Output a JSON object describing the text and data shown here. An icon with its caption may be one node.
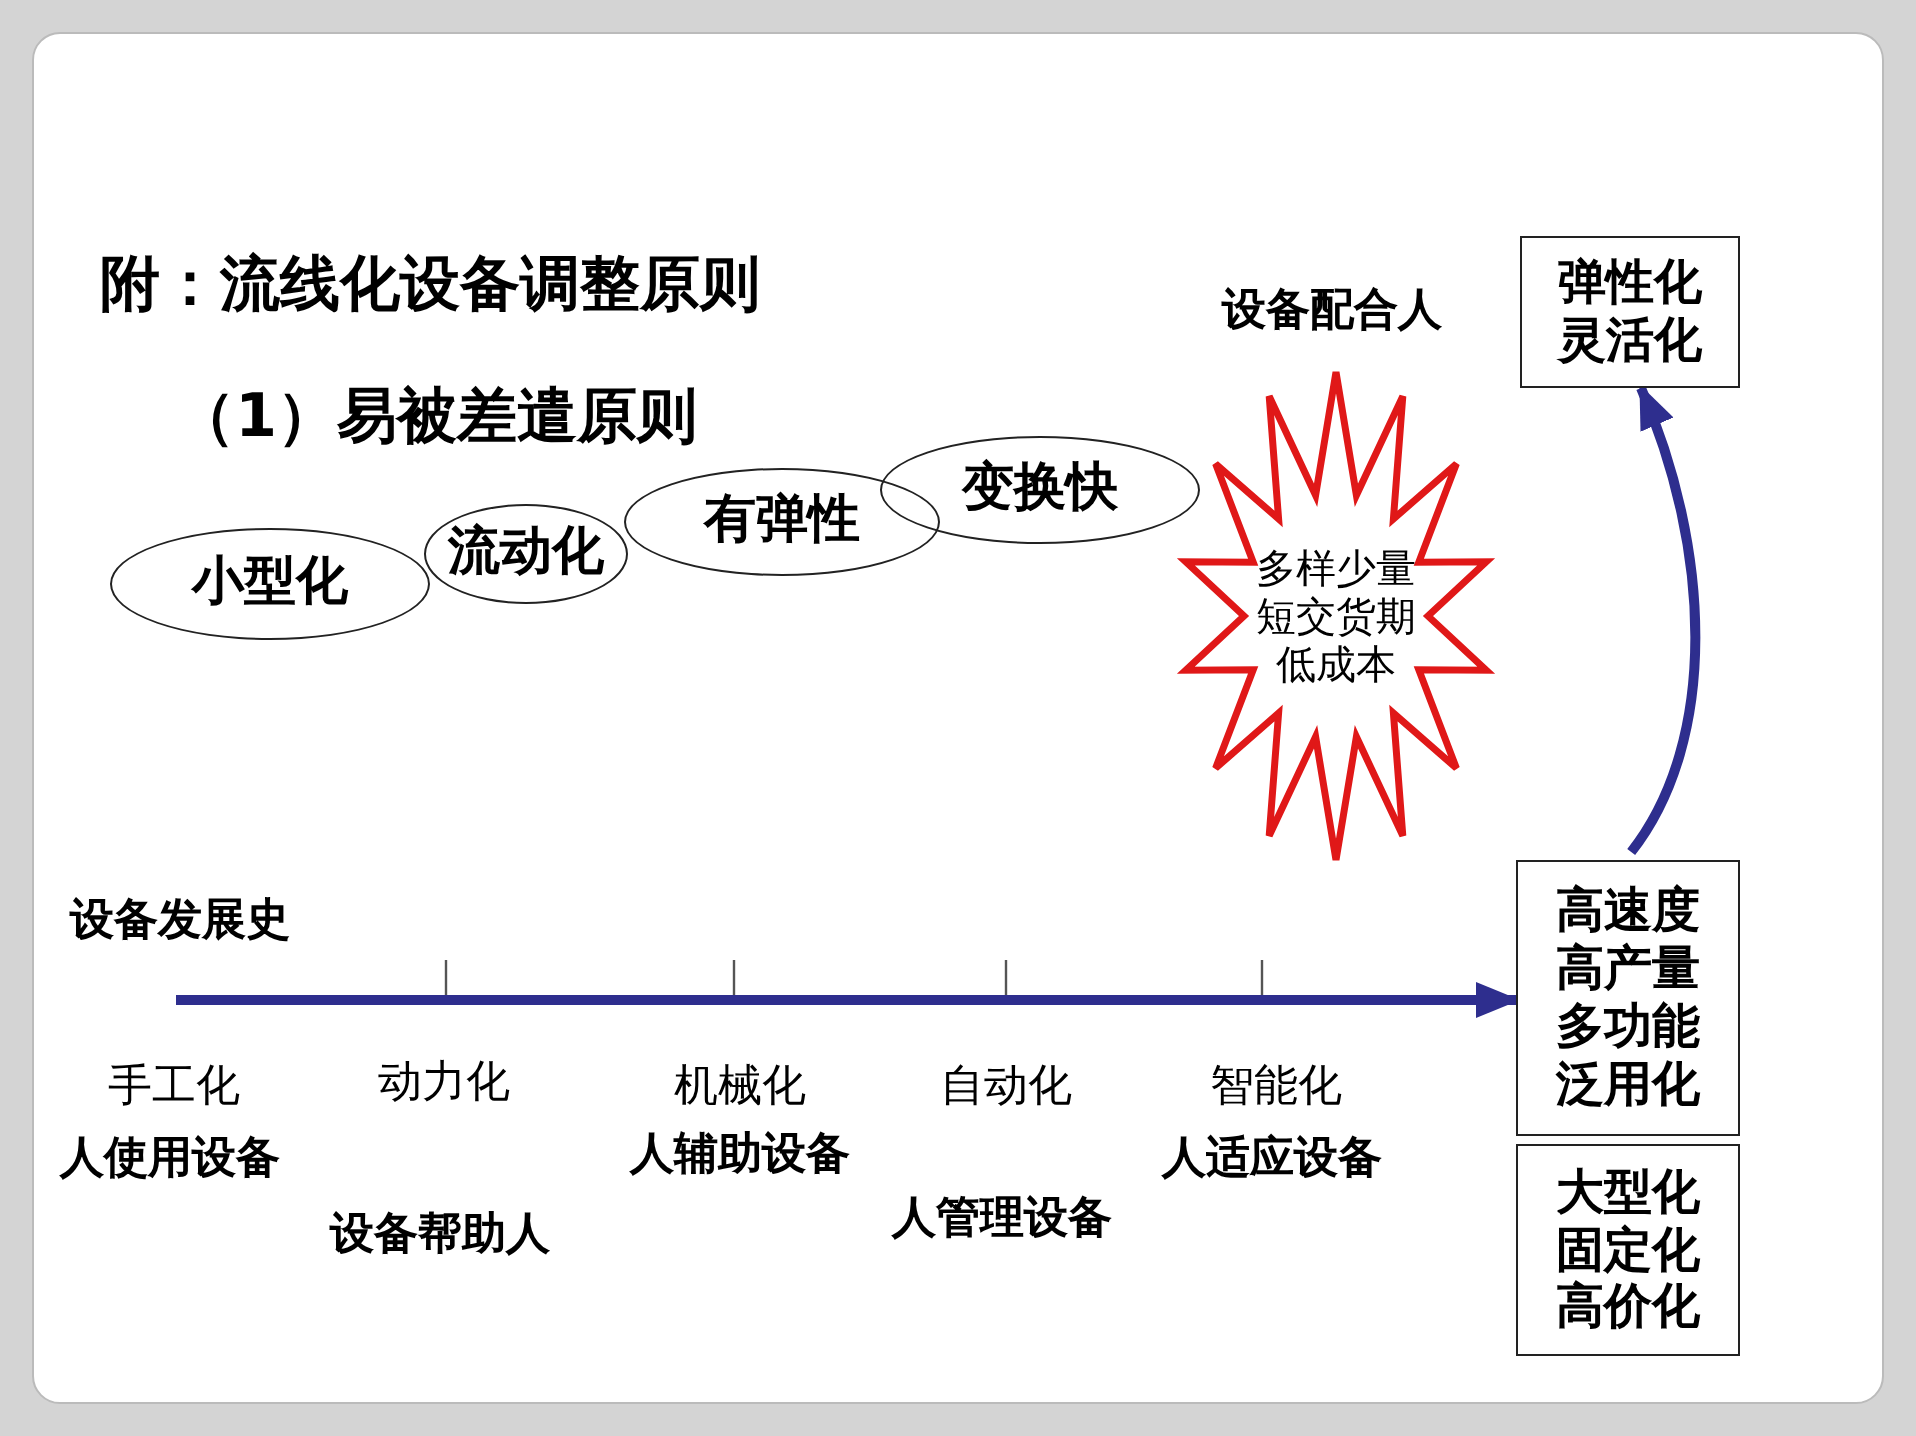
{
  "diagram": {
    "title": "附：流线化设备调整原则",
    "nodes": [
      {
        "text": [
          "小型化"
        ]
      },
      {
        "text": [
          "流动化"
        ]
      },
      {
        "text": [
          "有弹性"
        ]
      },
      {
        "text": [
          "变换快"
        ]
      },
      {
        "text": [
          "多样少量",
          "短交货期",
          "低成本"
        ]
      },
      {
        "text": [
          "弹性化",
          "灵活化"
        ]
      },
      {
        "text": [
          "高速度",
          "高产量",
          "多功能",
          "泛用化"
        ]
      },
      {
        "text": [
          "大型化",
          "固定化",
          "高价化"
        ]
      }
    ],
    "edges": [
      {
        "from": null,
        "to": 6,
        "arrow": "to"
      },
      {
        "from": 6,
        "to": 5,
        "arrow": "to"
      }
    ],
    "labels": [
      "（1）易被差遣原则",
      "设备配合人",
      "设备发展史",
      "手工化",
      "人使用设备",
      "动力化",
      "设备帮助人",
      "机械化",
      "人辅助设备",
      "自动化",
      "人管理设备",
      "智能化",
      "人适应设备"
    ]
  }
}
